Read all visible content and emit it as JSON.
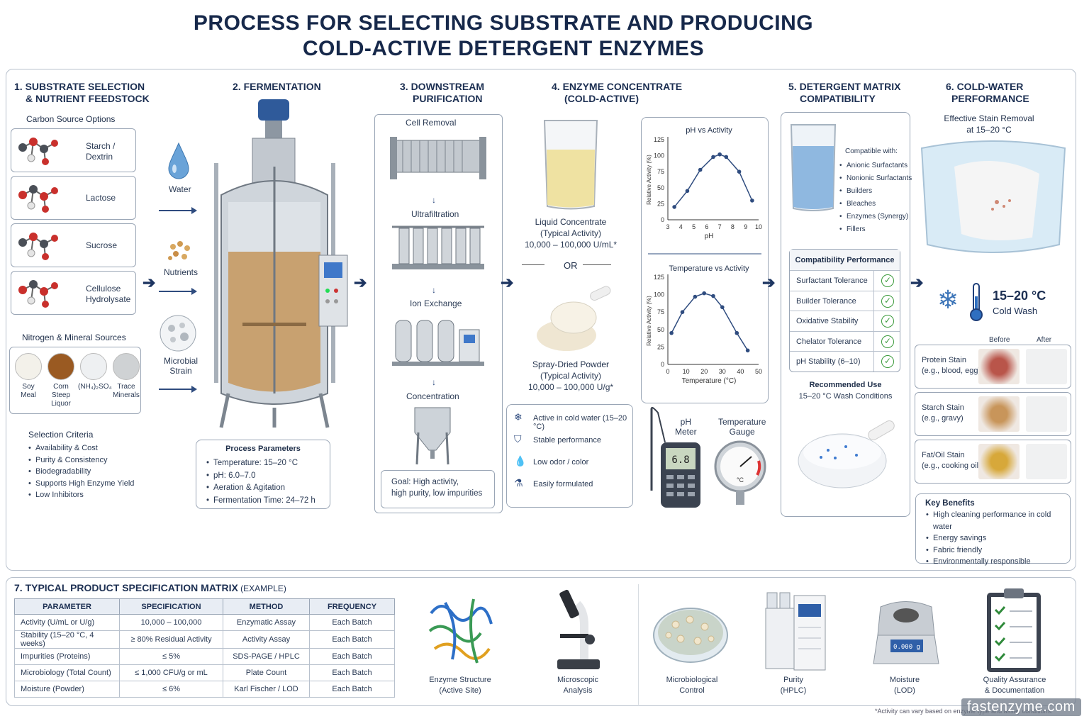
{
  "title": {
    "line1": "PROCESS FOR SELECTING SUBSTRATE AND PRODUCING",
    "line2": "COLD-ACTIVE DETERGENT ENZYMES"
  },
  "s1": {
    "heading1": "1.  SUBSTRATE SELECTION",
    "heading2": "& NUTRIENT FEEDSTOCK",
    "carbon_title": "Carbon Source Options",
    "carbon": [
      {
        "l1": "Starch /",
        "l2": "Dextrin"
      },
      {
        "l1": "Lactose",
        "l2": ""
      },
      {
        "l1": "Sucrose",
        "l2": ""
      },
      {
        "l1": "Cellulose",
        "l2": "Hydrolysate"
      }
    ],
    "nitrogen_title": "Nitrogen & Mineral Sources",
    "nitrogen": [
      {
        "l1": "Soy",
        "l2": "Meal",
        "l3": "",
        "color": "#f3f1ea"
      },
      {
        "l1": "Corn",
        "l2": "Steep",
        "l3": "Liquor",
        "color": "#9a5a22"
      },
      {
        "l1": "(NH₄)₂SO₄",
        "l2": "",
        "l3": "",
        "color": "#eef0f2"
      },
      {
        "l1": "Trace",
        "l2": "Minerals",
        "l3": "",
        "color": "#cfd2d4"
      }
    ],
    "criteria_title": "Selection Criteria",
    "criteria": [
      "Availability & Cost",
      "Purity & Consistency",
      "Biodegradability",
      "Supports High Enzyme Yield",
      "Low Inhibitors"
    ],
    "inputs": [
      "Water",
      "Nutrients",
      "Microbial",
      "Strain"
    ]
  },
  "s2": {
    "heading": "2.  FERMENTATION",
    "params_title": "Process Parameters",
    "params": [
      "Temperature: 15–20 °C",
      "pH: 6.0–7.0",
      "Aeration & Agitation",
      "Fermentation Time: 24–72 h"
    ]
  },
  "s3": {
    "heading1": "3.  DOWNSTREAM",
    "heading2": "PURIFICATION",
    "steps": [
      "Cell Removal",
      "Ultrafiltration",
      "Ion Exchange",
      "Concentration"
    ],
    "goal1": "Goal: High activity,",
    "goal2": "high purity, low impurities"
  },
  "s4": {
    "heading1": "4.  ENZYME CONCENTRATE",
    "heading2": "(COLD-ACTIVE)",
    "liquid": {
      "name": "Liquid Concentrate",
      "typ": "(Typical Activity)",
      "val": "10,000 – 100,000 U/mL*"
    },
    "or": "OR",
    "powder": {
      "name": "Spray-Dried Powder",
      "typ": "(Typical Activity)",
      "val": "10,000 – 100,000 U/g*"
    },
    "features": [
      "Active in cold water (15–20 °C)",
      "Stable performance",
      "Low odor / color",
      "Easily formulated"
    ],
    "instruments": {
      "ph1": "pH",
      "ph2": "Meter",
      "ph_reading": "6.8",
      "temp1": "Temperature",
      "temp2": "Gauge",
      "temp_unit": "°C"
    }
  },
  "chart_data": [
    {
      "type": "line",
      "title": "pH vs Activity",
      "xlabel": "pH",
      "ylabel": "Relative Activity (%)",
      "ylim": [
        0,
        125
      ],
      "xlim": [
        3,
        10
      ],
      "yticks": [
        0,
        25,
        50,
        75,
        100,
        125
      ],
      "xticks": [
        3,
        4,
        5,
        6,
        7,
        8,
        9,
        10
      ],
      "x": [
        3.5,
        4.5,
        5.5,
        6.5,
        7,
        7.5,
        8.5,
        9.5
      ],
      "y": [
        20,
        45,
        78,
        98,
        102,
        98,
        75,
        30
      ]
    },
    {
      "type": "line",
      "title": "Temperature vs Activity",
      "xlabel": "Temperature (°C)",
      "ylabel": "Relative Activity (%)",
      "ylim": [
        0,
        125
      ],
      "xlim": [
        0,
        50
      ],
      "yticks": [
        0,
        25,
        50,
        75,
        100,
        125
      ],
      "xticks": [
        0,
        10,
        20,
        30,
        40,
        50
      ],
      "x": [
        2,
        8,
        15,
        20,
        25,
        30,
        38,
        44
      ],
      "y": [
        45,
        75,
        97,
        102,
        98,
        82,
        45,
        20
      ]
    }
  ],
  "s5": {
    "heading1": "5.  DETERGENT MATRIX",
    "heading2": "COMPATIBILITY",
    "compatible_title": "Compatible with:",
    "compatible": [
      "Anionic Surfactants",
      "Nonionic Surfactants",
      "Builders",
      "Bleaches",
      "Enzymes (Synergy)",
      "Fillers"
    ],
    "perf_title": "Compatibility Performance",
    "perf": [
      "Surfactant Tolerance",
      "Builder Tolerance",
      "Oxidative Stability",
      "Chelator Tolerance",
      "pH Stability (6–10)"
    ],
    "rec1": "Recommended Use",
    "rec2": "15–20 °C Wash Conditions"
  },
  "s6": {
    "heading1": "6.  COLD-WATER",
    "heading2": "PERFORMANCE",
    "eff1": "Effective Stain Removal",
    "eff2": "at 15–20 °C",
    "temp": "15–20 °C",
    "wash": "Cold Wash",
    "before": "Before",
    "after": "After",
    "stains": [
      {
        "l1": "Protein Stain",
        "l2": "(e.g., blood, egg)",
        "color": "#b9554a"
      },
      {
        "l1": "Starch Stain",
        "l2": "(e.g., gravy)",
        "color": "#c8955a"
      },
      {
        "l1": "Fat/Oil Stain",
        "l2": "(e.g., cooking oil)",
        "color": "#d7a83a"
      }
    ],
    "benefits_title": "Key Benefits",
    "benefits": [
      "High cleaning performance in cold water",
      "Energy savings",
      "Fabric friendly",
      "Environmentally responsible"
    ]
  },
  "s7": {
    "heading": "7.  TYPICAL PRODUCT SPECIFICATION MATRIX",
    "heading_suffix": " (EXAMPLE)",
    "columns": [
      "PARAMETER",
      "SPECIFICATION",
      "METHOD",
      "FREQUENCY"
    ],
    "rows": [
      [
        "Activity (U/mL or U/g)",
        "10,000 – 100,000",
        "Enzymatic Assay",
        "Each Batch"
      ],
      [
        "Stability (15–20 °C, 4 weeks)",
        "≥ 80% Residual Activity",
        "Activity Assay",
        "Each Batch"
      ],
      [
        "Impurities (Proteins)",
        "≤ 5%",
        "SDS-PAGE / HPLC",
        "Each Batch"
      ],
      [
        "Microbiology (Total Count)",
        "≤ 1,000 CFU/g or mL",
        "Plate Count",
        "Each Batch"
      ],
      [
        "Moisture (Powder)",
        "≤ 6%",
        "Karl Fischer / LOD",
        "Each Batch"
      ]
    ],
    "qc": [
      {
        "l1": "Enzyme Structure",
        "l2": "(Active Site)"
      },
      {
        "l1": "Microscopic",
        "l2": "Analysis"
      },
      {
        "l1": "Microbiological",
        "l2": "Control"
      },
      {
        "l1": "Purity",
        "l2": "(HPLC)"
      },
      {
        "l1": "Moisture",
        "l2": "(LOD)"
      },
      {
        "l1": "Quality Assurance",
        "l2": "& Documentation"
      }
    ],
    "balance_reading": "0.000 g"
  },
  "footnote": "*Activity can vary based on enzyme type and assay conditions.",
  "watermark": "fastenzyme.com"
}
